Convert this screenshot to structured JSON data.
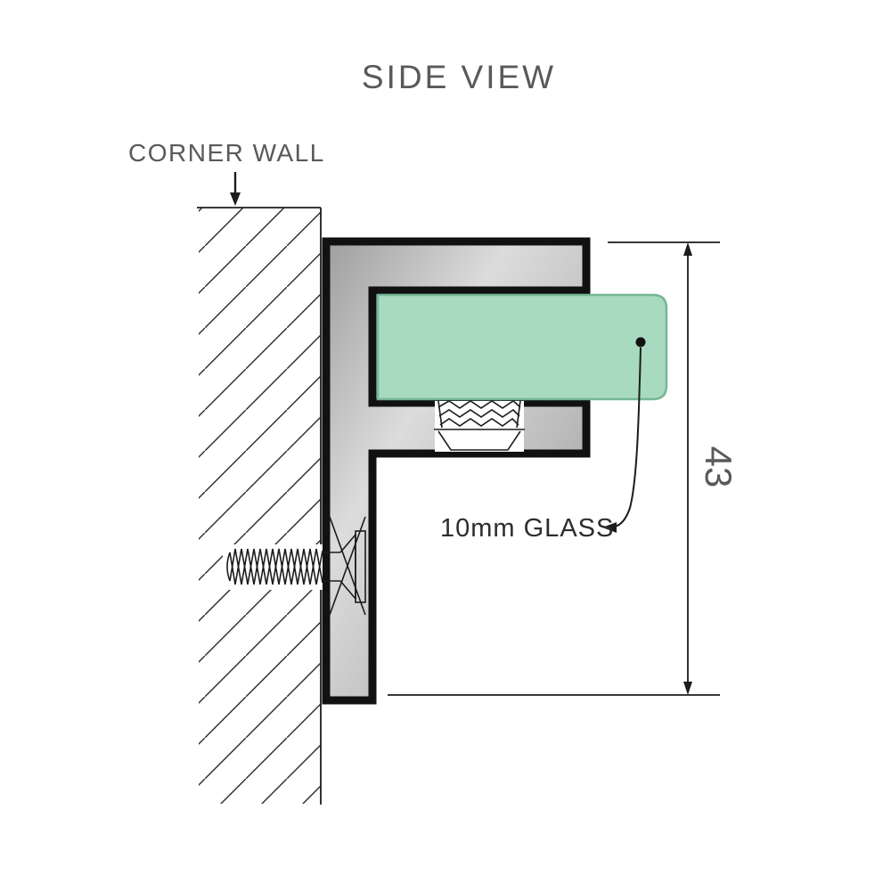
{
  "title": "SIDE VIEW",
  "labels": {
    "corner_wall": "CORNER WALL",
    "glass": "10mm GLASS",
    "dimension_height": "43"
  },
  "colors": {
    "label_gray": "#58595b",
    "line_black": "#1c1c1c",
    "glass_fill": "#a7dabe",
    "glass_stroke": "#74b795",
    "metal_light": "#dcdcdc",
    "metal_dark": "#8d8d8d"
  }
}
